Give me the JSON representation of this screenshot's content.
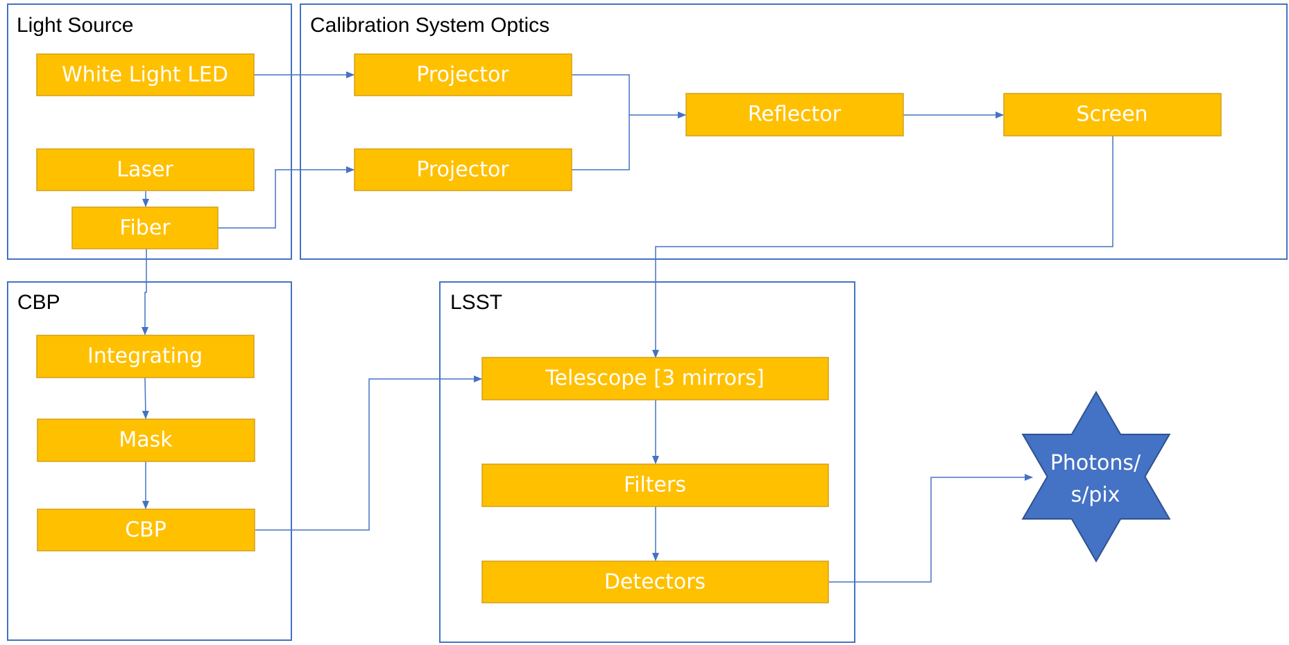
{
  "colors": {
    "node_fill": "#FFC000",
    "group_border": "#4472C4",
    "arrow": "#4472C4",
    "star_fill": "#4472C4",
    "text_on_node": "#FFFFFF"
  },
  "groups": {
    "light_source": "Light Source",
    "calibration_optics": "Calibration System Optics",
    "cbp": "CBP",
    "lsst": "LSST"
  },
  "nodes": {
    "white_light_led": "White Light LED",
    "laser": "Laser",
    "fiber": "Fiber",
    "projector_1": "Projector",
    "projector_2": "Projector",
    "reflector": "Reflector",
    "screen": "Screen",
    "integrating": "Integrating",
    "mask": "Mask",
    "cbp": "CBP",
    "telescope": "Telescope [3 mirrors]",
    "filters": "Filters",
    "detectors": "Detectors"
  },
  "output": {
    "line1": "Photons/",
    "line2": "s/pix",
    "icon": "six-point-star-icon"
  }
}
